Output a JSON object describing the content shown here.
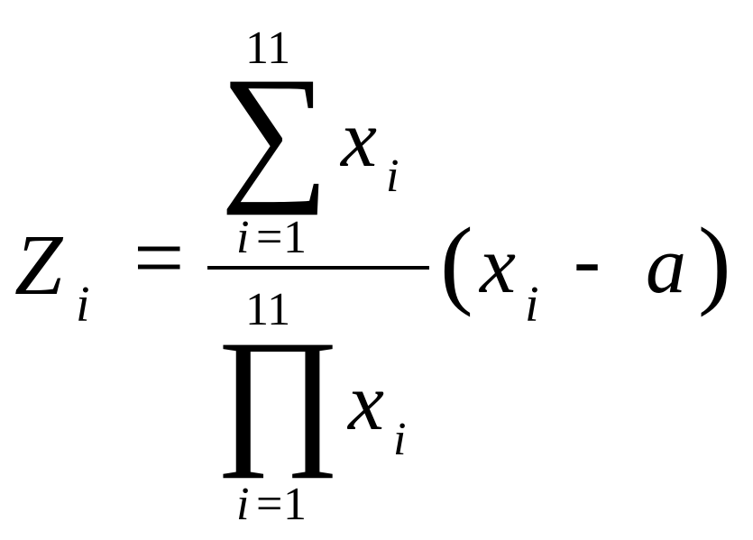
{
  "formula": {
    "lhs": {
      "symbol": "Z",
      "subscript": "i"
    },
    "equals": "=",
    "numerator": {
      "upper_limit": "11",
      "operator": "∑",
      "term": "x",
      "term_subscript": "i",
      "lower_index": "i",
      "lower_eq": "=",
      "lower_start": "1"
    },
    "denominator": {
      "upper_limit": "11",
      "operator": "∏",
      "term": "x",
      "term_subscript": "i",
      "lower_index": "i",
      "lower_eq": "=",
      "lower_start": "1"
    },
    "factor": {
      "open_paren": "(",
      "term": "x",
      "term_subscript": "i",
      "minus": "-",
      "constant": "a",
      "close_paren": ")"
    }
  }
}
